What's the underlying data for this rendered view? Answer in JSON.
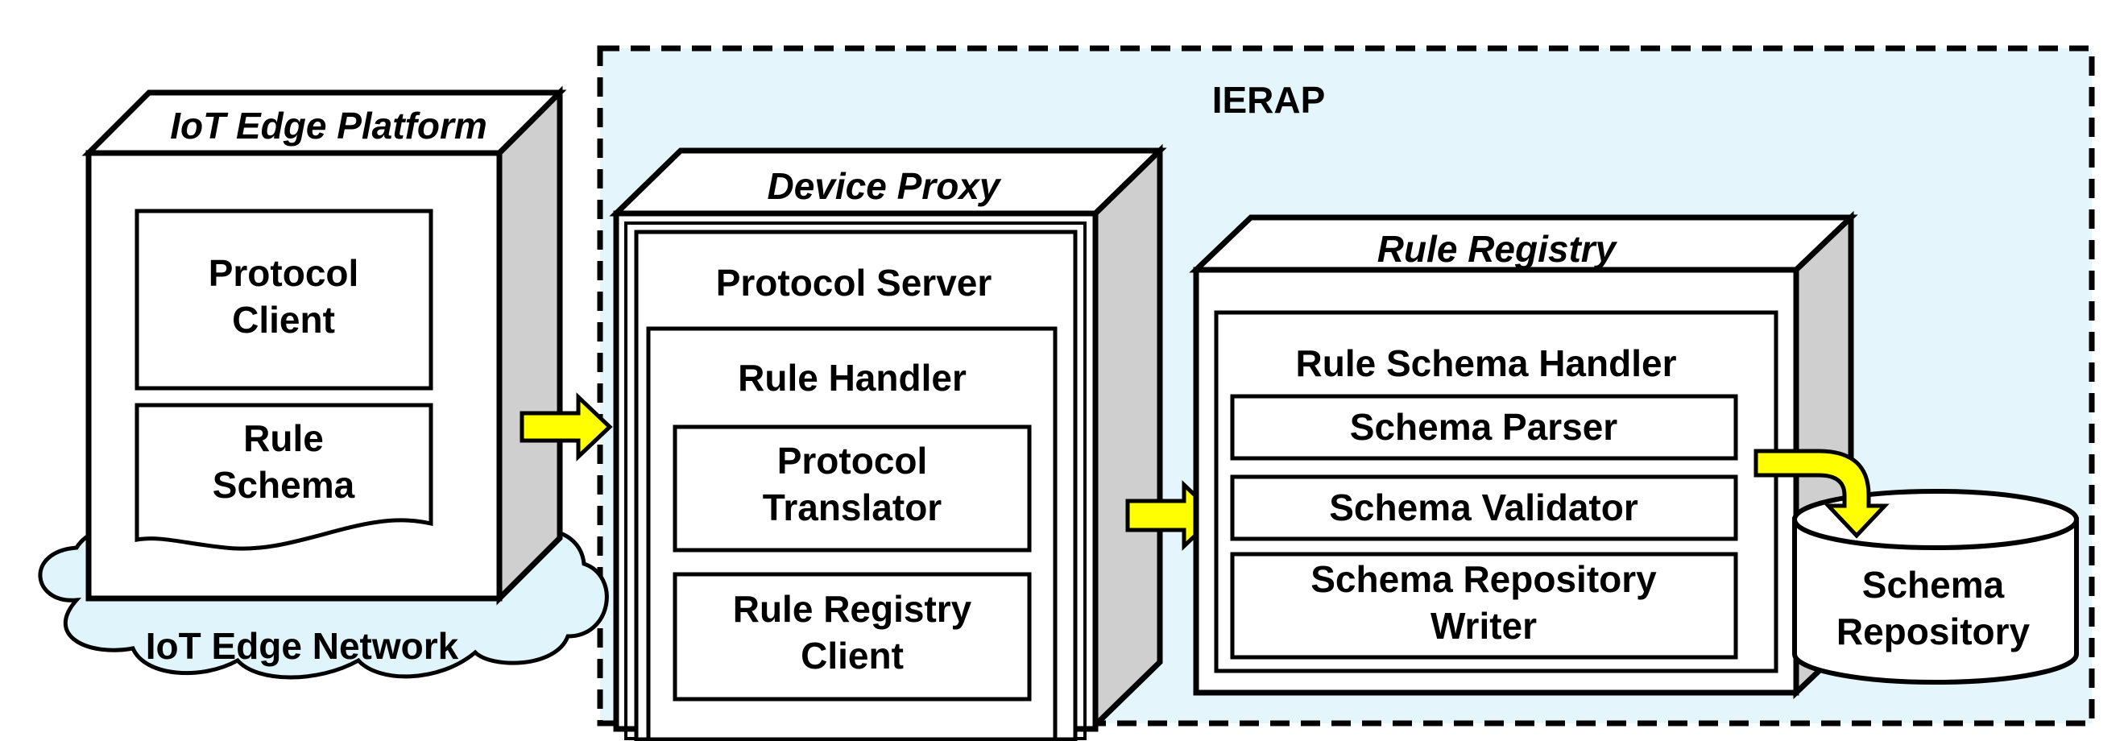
{
  "ierap": {
    "label": "IERAP"
  },
  "edge_platform": {
    "title": "IoT Edge Platform",
    "protocol_client": [
      "Protocol",
      "Client"
    ],
    "rule_schema": [
      "Rule",
      "Schema"
    ],
    "network": "IoT Edge Network"
  },
  "device_proxy": {
    "title": "Device Proxy",
    "protocol_server": "Protocol Server",
    "rule_handler": "Rule Handler",
    "protocol_translator": [
      "Protocol",
      "Translator"
    ],
    "rule_registry_client": [
      "Rule Registry",
      "Client"
    ]
  },
  "rule_registry": {
    "title": "Rule Registry",
    "schema_handler": "Rule Schema Handler",
    "schema_parser": "Schema Parser",
    "schema_validator": "Schema Validator",
    "schema_repository_writer": [
      "Schema Repository",
      "Writer"
    ]
  },
  "schema_repository": [
    "Schema",
    "Repository"
  ],
  "colors": {
    "ierap_fill": "#e4f6fc",
    "cloud_fill": "#dff4fb",
    "side_face": "#cfcfcf",
    "arrow": "#ffff00"
  }
}
